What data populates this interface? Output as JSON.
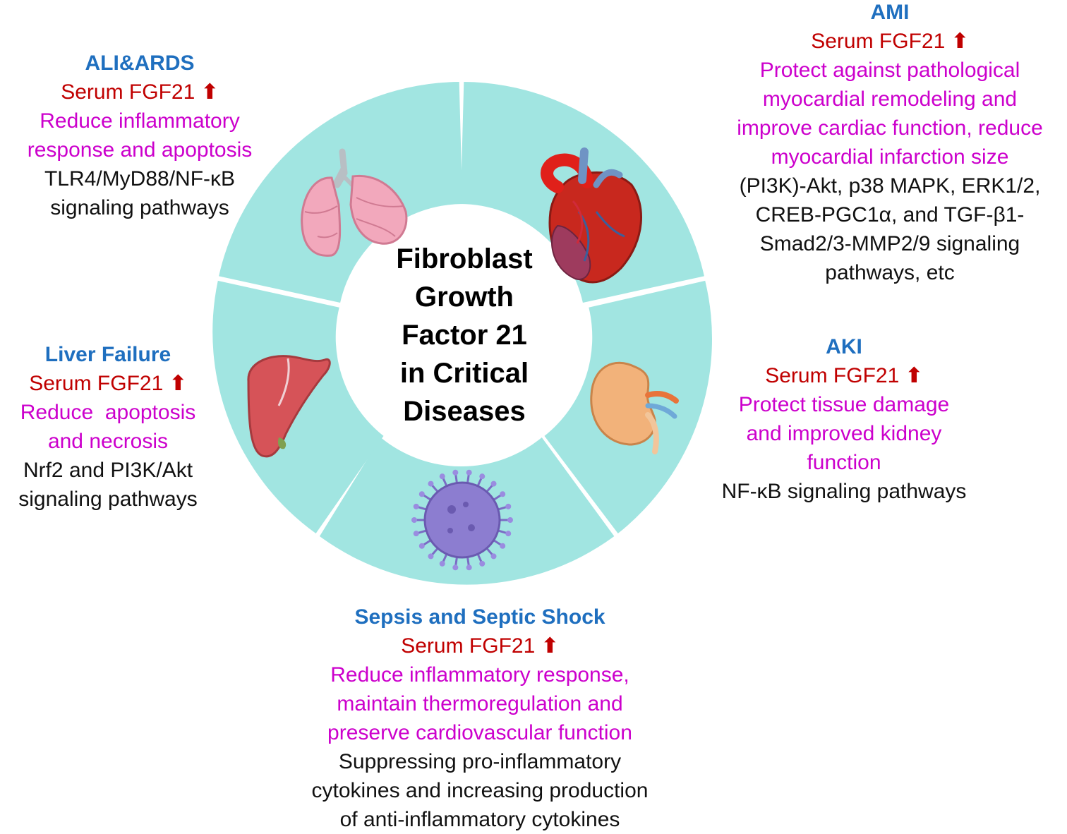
{
  "colors": {
    "ring": "#a1e5e1",
    "title": "#1f6fbf",
    "serum": "#c00000",
    "effect": "#cc00cc",
    "pathway": "#111111"
  },
  "center": {
    "lines": [
      "Fibroblast",
      "Growth",
      "Factor 21",
      "in Critical",
      "Diseases"
    ]
  },
  "arrow_symbol": "⬆",
  "segments": {
    "ali": {
      "icon": "lungs-icon",
      "title": "ALI&ARDS",
      "serum": "Serum FGF21",
      "effects": [
        "Reduce inflammatory",
        "response and apoptosis"
      ],
      "pathways": [
        "TLR4/MyD88/NF-κB",
        "signaling pathways"
      ]
    },
    "ami": {
      "icon": "heart-icon",
      "title": "AMI",
      "serum": "Serum FGF21",
      "effects": [
        "Protect against pathological",
        "myocardial remodeling and",
        "improve cardiac function, reduce",
        "myocardial infarction size"
      ],
      "pathways": [
        "(PI3K)-Akt, p38 MAPK, ERK1/2,",
        "CREB-PGC1α, and TGF-β1-",
        "Smad2/3-MMP2/9 signaling",
        "pathways, etc"
      ]
    },
    "liver": {
      "icon": "liver-icon",
      "title": "Liver Failure",
      "serum": "Serum FGF21",
      "effects": [
        "Reduce  apoptosis",
        "and necrosis"
      ],
      "pathways": [
        "Nrf2 and PI3K/Akt",
        "signaling pathways"
      ]
    },
    "aki": {
      "icon": "kidney-icon",
      "title": "AKI",
      "serum": "Serum FGF21",
      "effects": [
        "Protect tissue damage",
        "and improved kidney",
        "function"
      ],
      "pathways": [
        "NF-κB signaling pathways"
      ]
    },
    "sepsis": {
      "icon": "virus-icon",
      "title": "Sepsis and Septic Shock",
      "serum": "Serum FGF21",
      "effects": [
        "Reduce inflammatory response,",
        "maintain thermoregulation and",
        "preserve cardiovascular function"
      ],
      "pathways": [
        "Suppressing pro-inflammatory",
        "cytokines and increasing production",
        "of anti-inflammatory cytokines"
      ]
    }
  }
}
